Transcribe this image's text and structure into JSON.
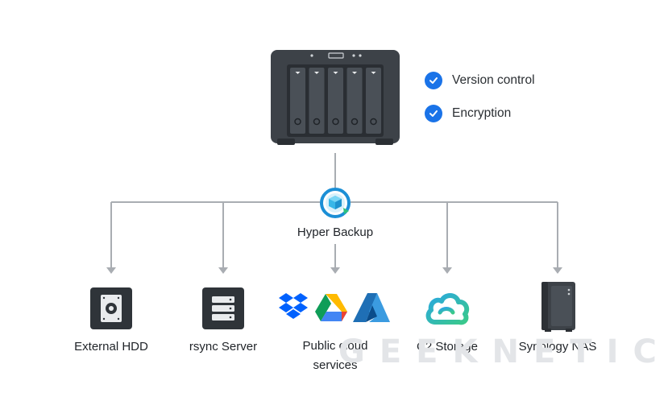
{
  "features": [
    {
      "label": "Version control",
      "icon": "check-circle-icon"
    },
    {
      "label": "Encryption",
      "icon": "check-circle-icon"
    }
  ],
  "hub": {
    "label": "Hyper Backup",
    "icon": "hyper-backup-icon"
  },
  "destinations": [
    {
      "label": "External HDD",
      "icon": "hdd-icon"
    },
    {
      "label": "rsync Server",
      "icon": "server-icon"
    },
    {
      "label": "Public cloud\nservices",
      "line1": "Public cloud",
      "line2": "services",
      "icons": [
        "dropbox-icon",
        "google-drive-icon",
        "azure-icon"
      ]
    },
    {
      "label": "C2 Storage",
      "icon": "c2-cloud-icon"
    },
    {
      "label": "Synology NAS",
      "icon": "nas-icon"
    }
  ],
  "watermark": "GEEKNETIC",
  "colors": {
    "accent": "#1a73e8",
    "line": "#a9adb2",
    "device": "#3d4248",
    "c2_start": "#2aa8e0",
    "c2_end": "#3ac98a"
  }
}
